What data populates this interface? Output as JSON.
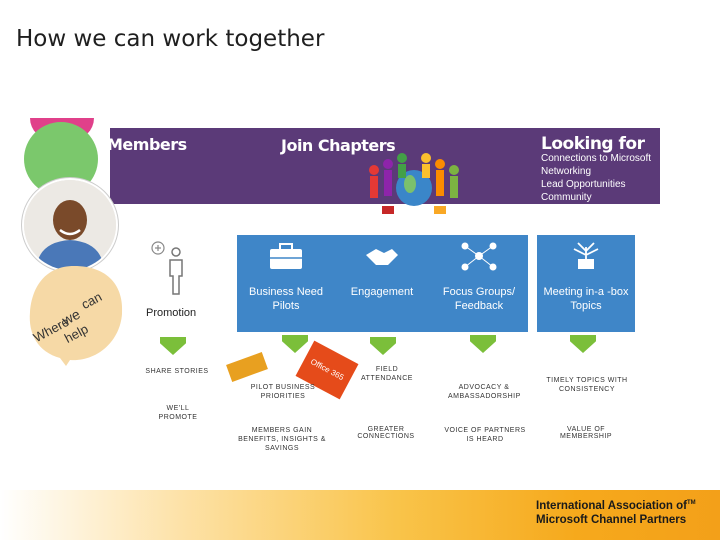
{
  "title": "How we can work together",
  "banner": {
    "members": "Members",
    "join": "Join Chapters",
    "looking_title": "Looking for",
    "looking_items": [
      "Connections to Microsoft",
      "Networking",
      "Lead Opportunities",
      "Community"
    ]
  },
  "bubble_text": {
    "line1": "can",
    "line2": "we",
    "line3": "Where",
    "line4": "help"
  },
  "promotion": "Promotion",
  "tiles": [
    {
      "label": "Business Need Pilots",
      "icon": "briefcase-icon"
    },
    {
      "label": "Engagement",
      "icon": "handshake-icon"
    },
    {
      "label": "Focus Groups/ Feedback",
      "icon": "network-icon"
    },
    {
      "label": "Meeting in-a -box Topics",
      "icon": "plant-icon"
    }
  ],
  "small_labels": {
    "share_stories": "SHARE STORIES",
    "we_ll_promote": "WE'LL PROMOTE",
    "pilot_business": "PILOT BUSINESS PRIORITIES",
    "members_gain": "MEMBERS GAIN BENEFITS, INSIGHTS & SAVINGS",
    "field_attendance": "FIELD ATTENDANCE",
    "greater_connections": "GREATER CONNECTIONS",
    "advocacy": "ADVOCACY & AMBASSADORSHIP",
    "voice_of_partners": "VOICE OF PARTNERS IS HEARD",
    "timely_topics": "TIMELY TOPICS WITH CONSISTENCY",
    "value_membership": "VALUE OF MEMBERSHIP"
  },
  "office_badge": "Office 365",
  "org": {
    "line1": "International Association of",
    "line2": "Microsoft Channel Partners",
    "tm": "TM"
  },
  "colors": {
    "banner": "#5b3a78",
    "tile": "#3f86c8",
    "chevron": "#7bbf3a",
    "bubble": "#f6d9a6"
  }
}
